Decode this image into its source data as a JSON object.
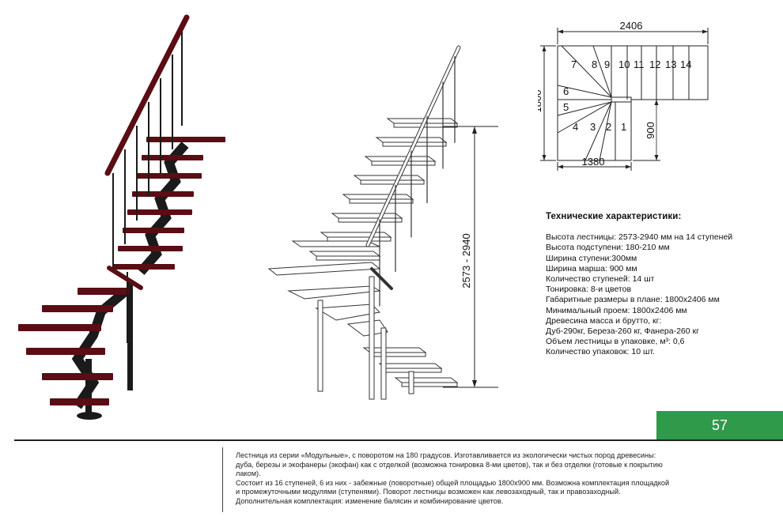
{
  "drawing": {
    "height_label": "2573 - 2940"
  },
  "plan": {
    "dim_top": "2406",
    "dim_left": "1800",
    "dim_bottom": "1380",
    "dim_right": "900",
    "steps": [
      "1",
      "2",
      "3",
      "4",
      "5",
      "6",
      "7",
      "8",
      "9",
      "10",
      "11",
      "12",
      "13",
      "14"
    ]
  },
  "specs": {
    "title": "Технические характеристики:",
    "lines": [
      "Высота лестницы: 2573-2940 мм на 14 ступеней",
      "Высота подступени: 180-210 мм",
      "Ширина ступени:300мм",
      "Ширина марша: 900 мм",
      "Количество ступеней: 14 шт",
      "Тонировка: 8-и цветов",
      "Габаритные размеры в плане: 1800х2406 мм",
      "Минимальный проем: 1800х2406 мм",
      "Древесина масса и брутто, кг:",
      "Дуб-290кг, Береза-260 кг, Фанера-260 кг",
      "Объем лестницы в упаковке, м³: 0,6",
      "Количество упаковок: 10 шт."
    ]
  },
  "page_number": "57",
  "description": {
    "lines": [
      "Лестница из серии «Модульные», с поворотом на 180 градусов. Изготавливается из экологически чистых пород древесины:",
      "дуба, березы и экофанеры (экофан) как с отделкой (возможна тонировка 8-ми цветов), так и без отделки (готовые к покрытию",
      "лаком).",
      "Состоит из 16 ступеней, 6 из них - забежные (поворотные) общей площадью 1800х900 мм. Возможна комплектация площадкой",
      "и промежуточными модулями (ступенями). Поворот лестницы возможен как левозаходный, так и правозаходный.",
      "Дополнительная комплектация: изменение балясин и комбинирование цветов."
    ]
  },
  "colors": {
    "wood": "#5a0d14",
    "metal": "#1a1a1a",
    "accent_green": "#2e9a4a"
  }
}
